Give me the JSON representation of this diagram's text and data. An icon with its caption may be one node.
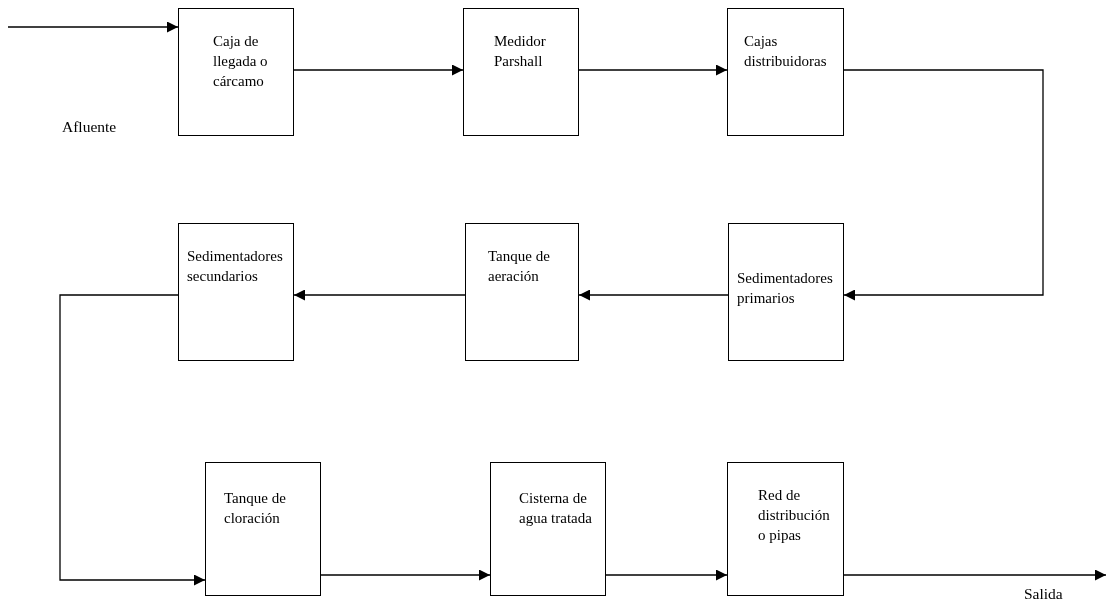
{
  "diagram": {
    "nodes": [
      {
        "text": [
          "Caja de llegada o cárcamo"
        ]
      },
      {
        "text": [
          "Medidor Parshall"
        ]
      },
      {
        "text": [
          "Cajas distribuidoras"
        ]
      },
      {
        "text": [
          "Sedimentadores primarios"
        ]
      },
      {
        "text": [
          "Tanque de aeración"
        ]
      },
      {
        "text": [
          "Sedimentadores secundarios"
        ]
      },
      {
        "text": [
          "Tanque de cloración"
        ]
      },
      {
        "text": [
          "Cisterna de agua tratada"
        ]
      },
      {
        "text": [
          "Red de distribución o pipas"
        ]
      }
    ],
    "edges": [
      {
        "from": null,
        "to": 0,
        "arrow": "to"
      },
      {
        "from": 0,
        "to": 1,
        "arrow": "to"
      },
      {
        "from": 1,
        "to": 2,
        "arrow": "to"
      },
      {
        "from": 2,
        "to": 3,
        "arrow": "to"
      },
      {
        "from": 3,
        "to": 4,
        "arrow": "to"
      },
      {
        "from": 4,
        "to": 5,
        "arrow": "to"
      },
      {
        "from": 5,
        "to": 6,
        "arrow": "to"
      },
      {
        "from": 6,
        "to": 7,
        "arrow": "to"
      },
      {
        "from": 7,
        "to": 8,
        "arrow": "to"
      },
      {
        "from": 8,
        "to": null,
        "arrow": "to"
      }
    ],
    "labels": [
      "Afluente",
      "Salida"
    ]
  }
}
